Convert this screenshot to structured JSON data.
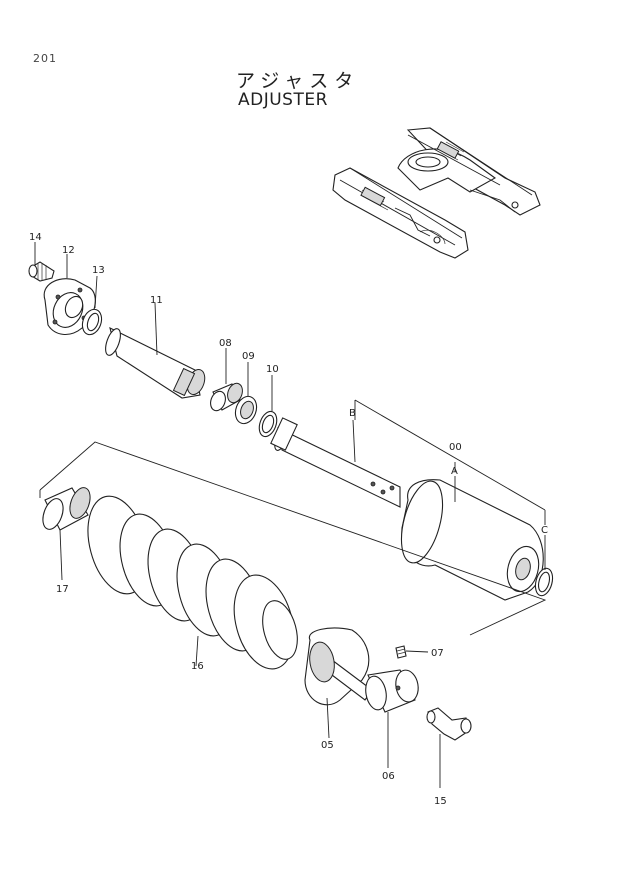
{
  "header": {
    "page_number": "201",
    "title_jp": "アジャスタ",
    "title_en": "ADJUSTER"
  },
  "labels": {
    "p14": "14",
    "p12": "12",
    "p13": "13",
    "p11": "11",
    "p08": "08",
    "p09": "09",
    "p10": "10",
    "pB": "B",
    "p00": "00",
    "pA": "A",
    "pC": "C",
    "p17": "17",
    "p16": "16",
    "p07": "07",
    "p05": "05",
    "p06": "06",
    "p15": "15"
  }
}
